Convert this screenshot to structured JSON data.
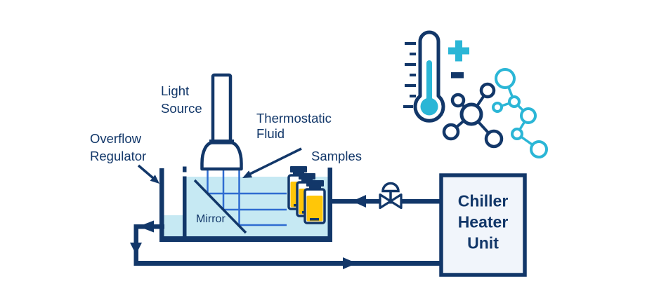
{
  "colors": {
    "navy": "#123769",
    "teal": "#2bb6d6",
    "fluid": "#c6e9f3",
    "ray": "#2f6cd1",
    "sample_yellow": "#ffc608",
    "box_fill": "#f1f5fb"
  },
  "diagram": {
    "light_source": {
      "line1": "Light",
      "line2": "Source"
    },
    "thermostatic_fluid": {
      "line1": "Thermostatic",
      "line2": "Fluid"
    },
    "samples": {
      "label": "Samples"
    },
    "overflow_regulator": {
      "line1": "Overflow",
      "line2": "Regulator"
    },
    "mirror": {
      "label": "Mirror"
    },
    "chiller": {
      "line1": "Chiller",
      "line2": "Heater",
      "line3": "Unit"
    },
    "temperature_control": {
      "plus": "+",
      "minus": "-"
    },
    "icons": {
      "thermometer": "thermometer-icon",
      "plus": "plus-sign-icon",
      "minus": "minus-sign-icon",
      "molecule_navy": "molecule-icon-navy",
      "molecule_teal": "molecule-icon-teal",
      "valve": "control-valve-icon",
      "flow_arrows": "flow-arrow-icon",
      "lamp": "lamp-icon",
      "vial": "sample-vial-icon"
    }
  }
}
